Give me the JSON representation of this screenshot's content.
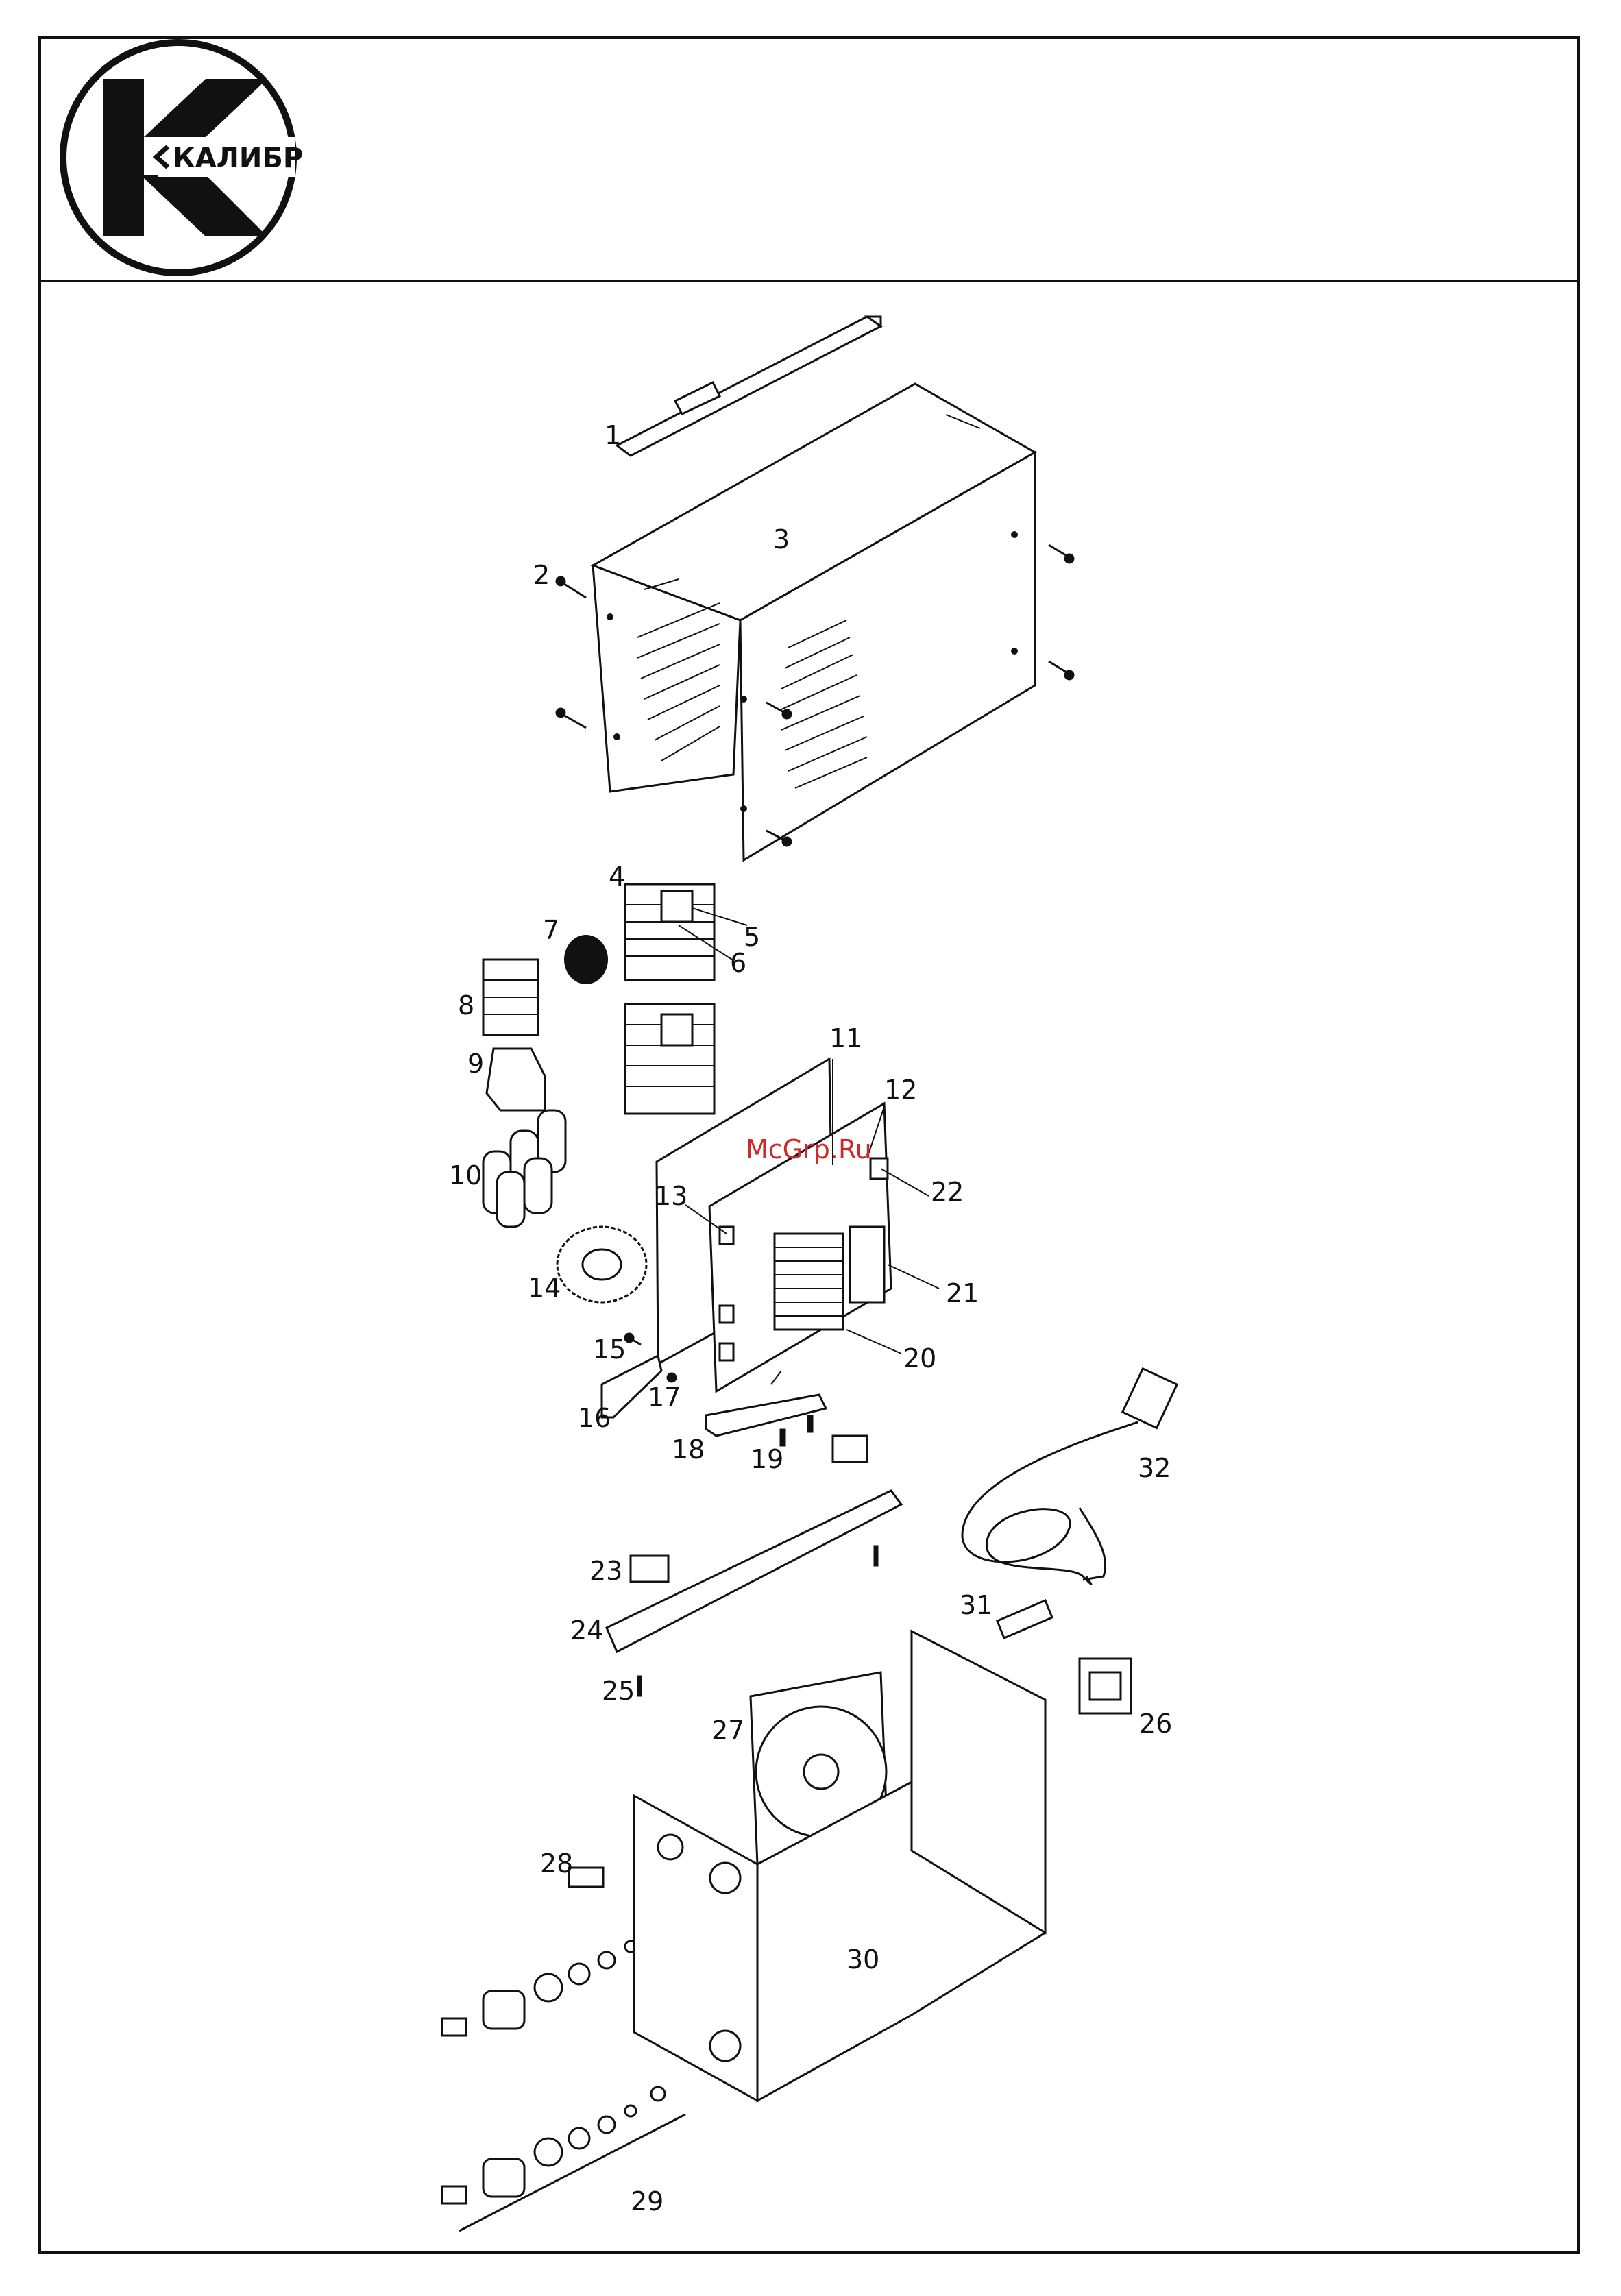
{
  "logo": {
    "brand_text": "КАЛИБР"
  },
  "watermark": "McGrp.Ru",
  "callouts": [
    "1",
    "2",
    "3",
    "4",
    "5",
    "6",
    "7",
    "8",
    "9",
    "10",
    "11",
    "12",
    "13",
    "14",
    "15",
    "16",
    "17",
    "18",
    "19",
    "20",
    "21",
    "22",
    "23",
    "24",
    "25",
    "26",
    "27",
    "28",
    "29",
    "30",
    "31",
    "32"
  ]
}
